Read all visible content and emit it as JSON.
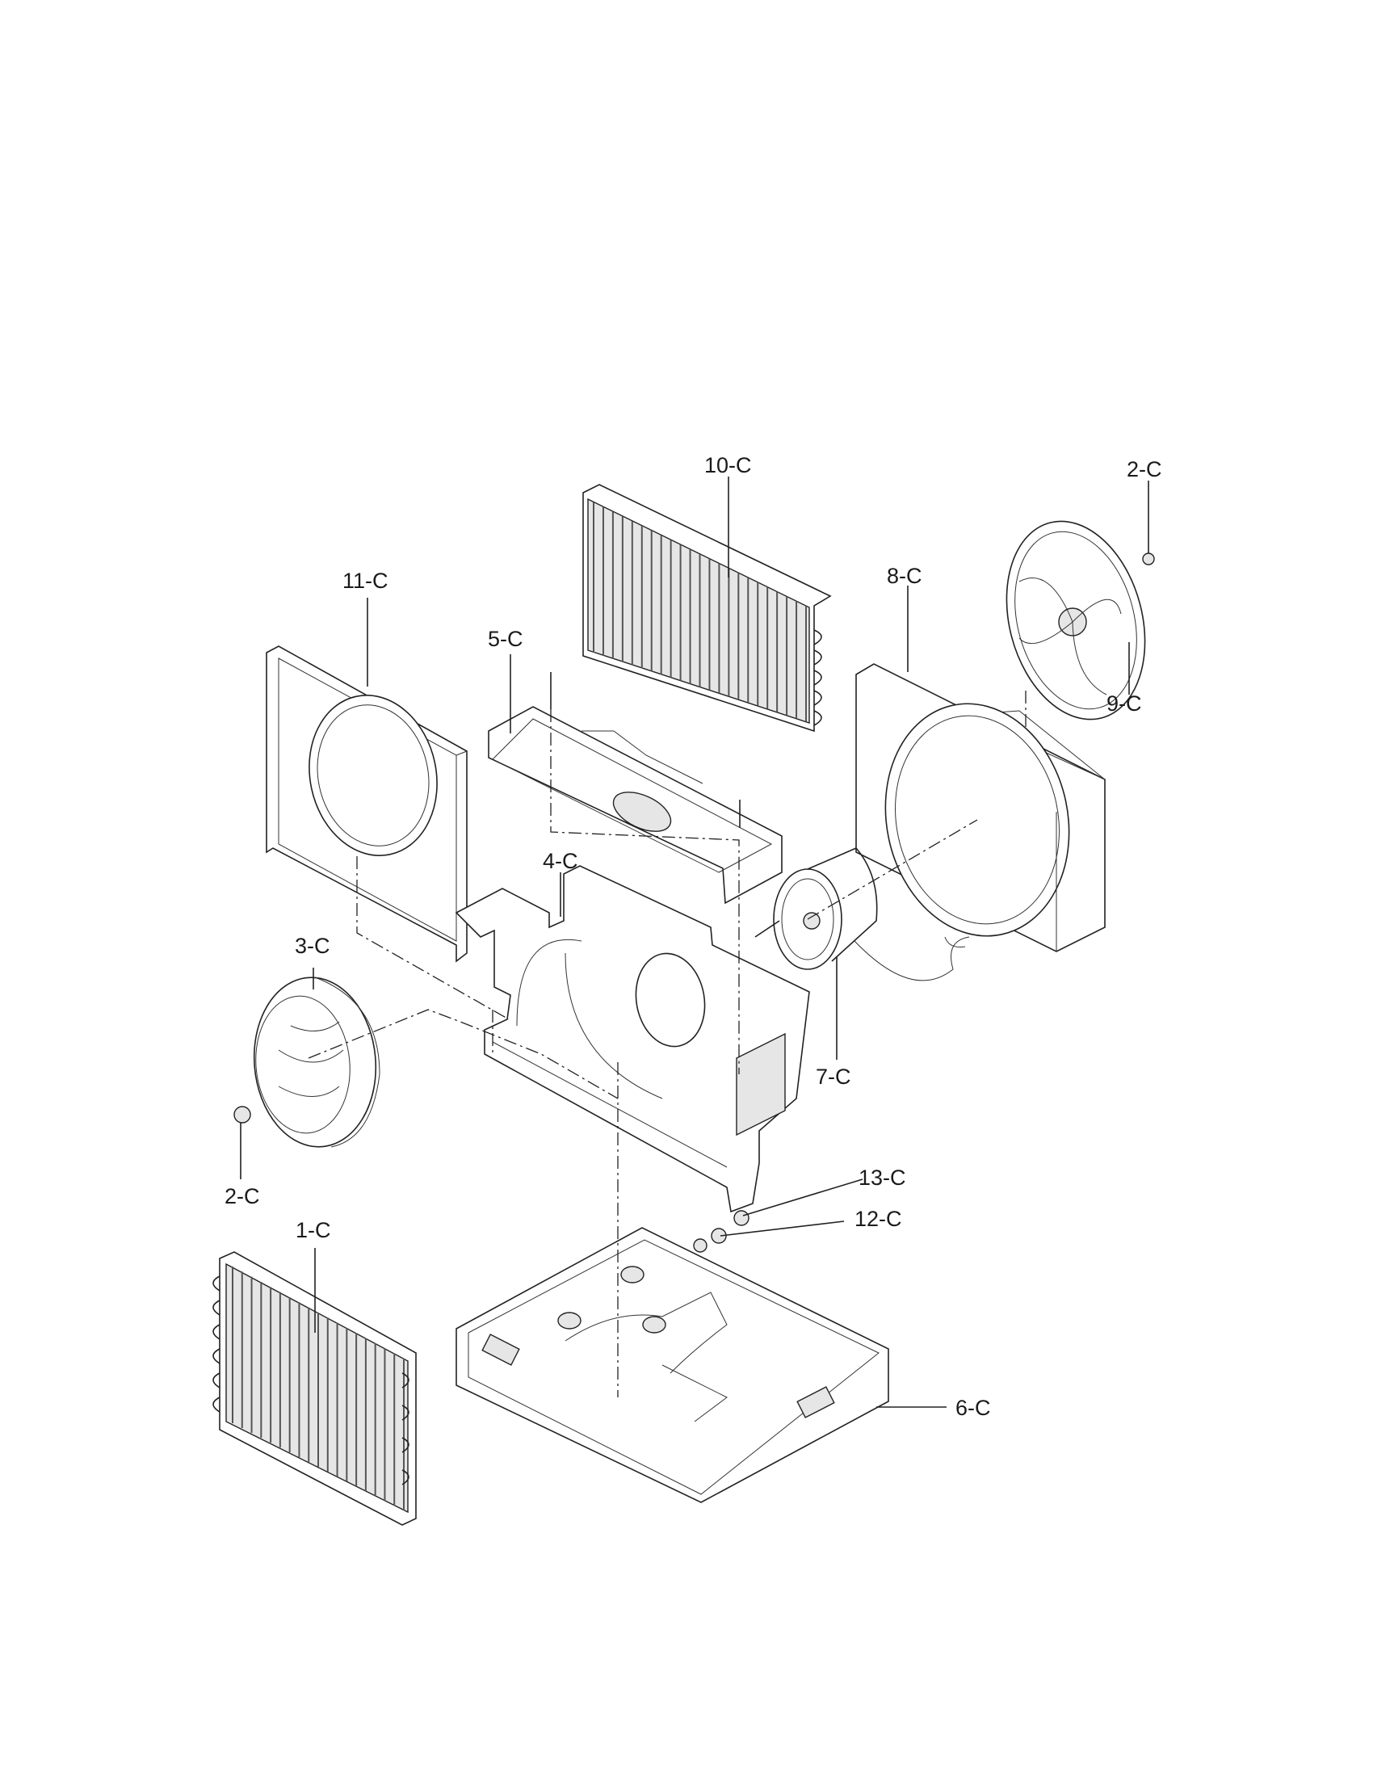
{
  "parts": [
    {
      "id": "1-C"
    },
    {
      "id": "2-C"
    },
    {
      "id": "2-C"
    },
    {
      "id": "3-C"
    },
    {
      "id": "4-C"
    },
    {
      "id": "5-C"
    },
    {
      "id": "6-C"
    },
    {
      "id": "7-C"
    },
    {
      "id": "8-C"
    },
    {
      "id": "9-C"
    },
    {
      "id": "10-C"
    },
    {
      "id": "11-C"
    },
    {
      "id": "12-C"
    },
    {
      "id": "13-C"
    }
  ]
}
